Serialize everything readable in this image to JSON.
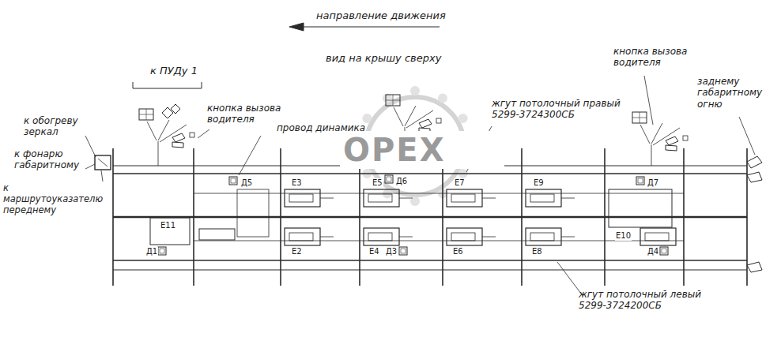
{
  "diagram": {
    "title": "вид на крышу сверху",
    "labels": [
      "направление движения",
      "к ПУДу 1",
      "кнопка вызова водителя",
      "провод динамика",
      "жгут потолочный правый 5299-3724300СБ",
      "кнопка вызова водителя",
      "заднему габаритному огню",
      "к обогреву зеркал",
      "к фонарю габаритному",
      "к маршрутоуказателю переднему",
      "жгут потолочный левый 5299-3724200СБ",
      "OPEX",
      "Д5",
      "Д6",
      "Д7",
      "Д1",
      "Д3",
      "Д4",
      "E11",
      "E3",
      "E5",
      "E7",
      "E9",
      "E2",
      "E4",
      "E6",
      "E8",
      "E10"
    ]
  }
}
